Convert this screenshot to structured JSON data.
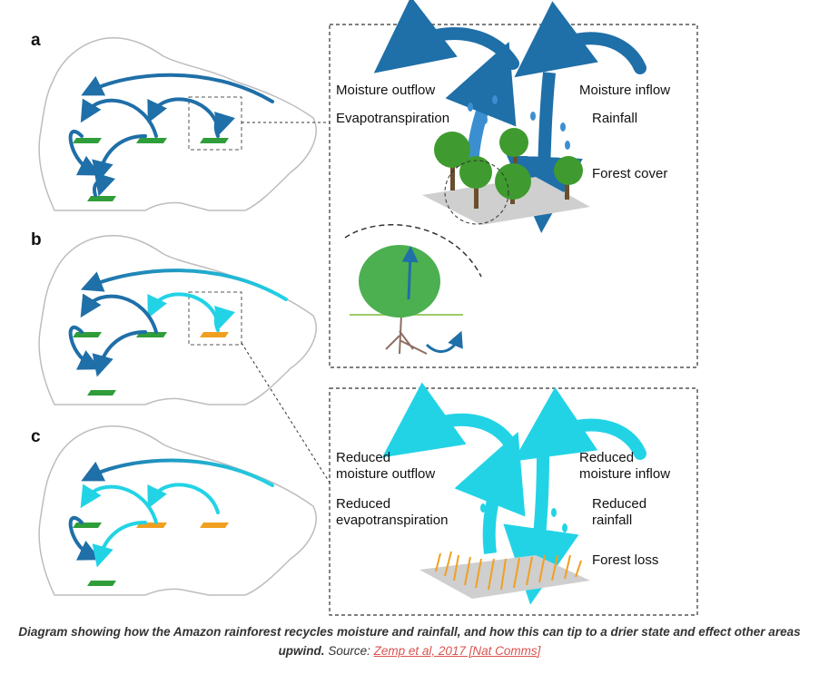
{
  "panels": {
    "a": {
      "letter": "a"
    },
    "b": {
      "letter": "b"
    },
    "c": {
      "letter": "c"
    }
  },
  "detail_top": {
    "moisture_outflow": "Moisture outflow",
    "moisture_inflow": "Moisture inflow",
    "evapotranspiration": "Evapotranspiration",
    "rainfall": "Rainfall",
    "forest_cover": "Forest cover"
  },
  "detail_bottom": {
    "outflow_line1": "Reduced",
    "outflow_line2": "moisture outflow",
    "inflow_line1": "Reduced",
    "inflow_line2": "moisture inflow",
    "evap_line1": "Reduced",
    "evap_line2": "evapotranspiration",
    "rain_line1": "Reduced",
    "rain_line2": "rainfall",
    "forest_loss": "Forest loss"
  },
  "caption": {
    "main": "Diagram showing how the Amazon rainforest recycles moisture and rainfall, and how this can tip to a drier state and effect other areas upwind.",
    "source_label": " Source: ",
    "source_link": "Zemp et al, 2017 [Nat Comms]"
  },
  "colors": {
    "dark_blue": "#1f6fa8",
    "mid_blue": "#3b8fd0",
    "cyan": "#22d3e6",
    "forest_green": "#2f9e3a",
    "dry_orange": "#f0a020"
  }
}
